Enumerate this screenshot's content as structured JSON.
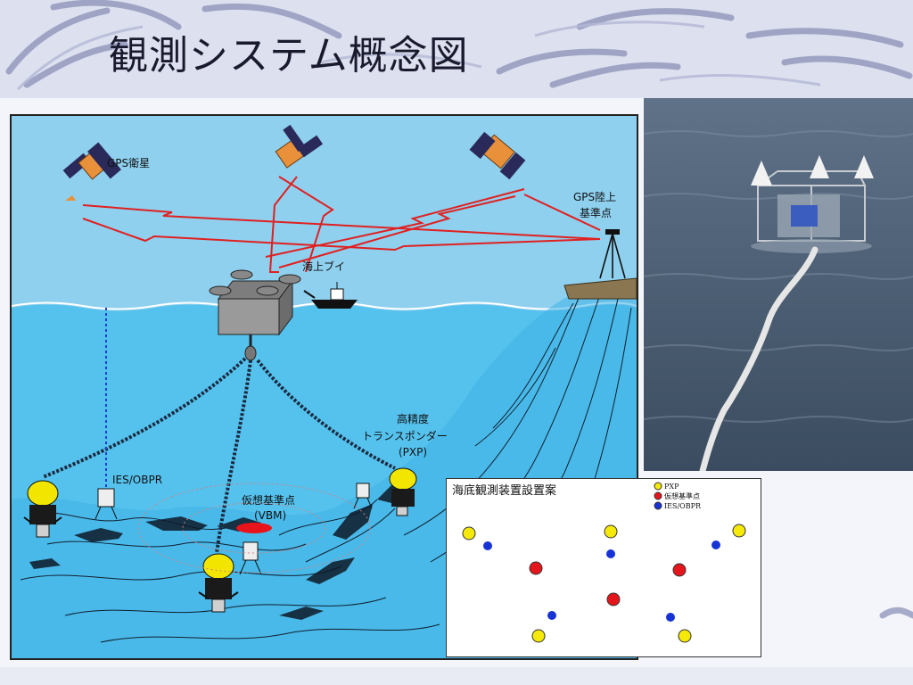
{
  "slide": {
    "title": "観測システム概念図"
  },
  "diagram": {
    "labels": {
      "gps_satellite": "GPS衛星",
      "gps_land_station_1": "GPS陸上",
      "gps_land_station_2": "基準点",
      "buoy": "海上ブイ",
      "ies_obpr": "IES/OBPR",
      "vbm_1": "仮想基準点",
      "vbm_2": "(VBM)",
      "pxp_1": "高精度",
      "pxp_2": "トランスポンダー",
      "pxp_3": "(PXP)"
    },
    "colors": {
      "sky": "#8fd0ef",
      "sea": "#55c2ee",
      "radio_link": "#e02020",
      "acoustic_link": "#1a2a40",
      "ies_link": "#1d3fcf",
      "vbm_marker": "#e8141c",
      "transponder": "#f2e600"
    }
  },
  "layout_plan": {
    "title": "海底観測装置設置案",
    "legend": [
      {
        "label": "PXP",
        "color": "#f5e90a"
      },
      {
        "label": "仮想基準点",
        "color": "#e4161c"
      },
      {
        "label": "IES/OBPR",
        "color": "#1733d6"
      }
    ]
  }
}
